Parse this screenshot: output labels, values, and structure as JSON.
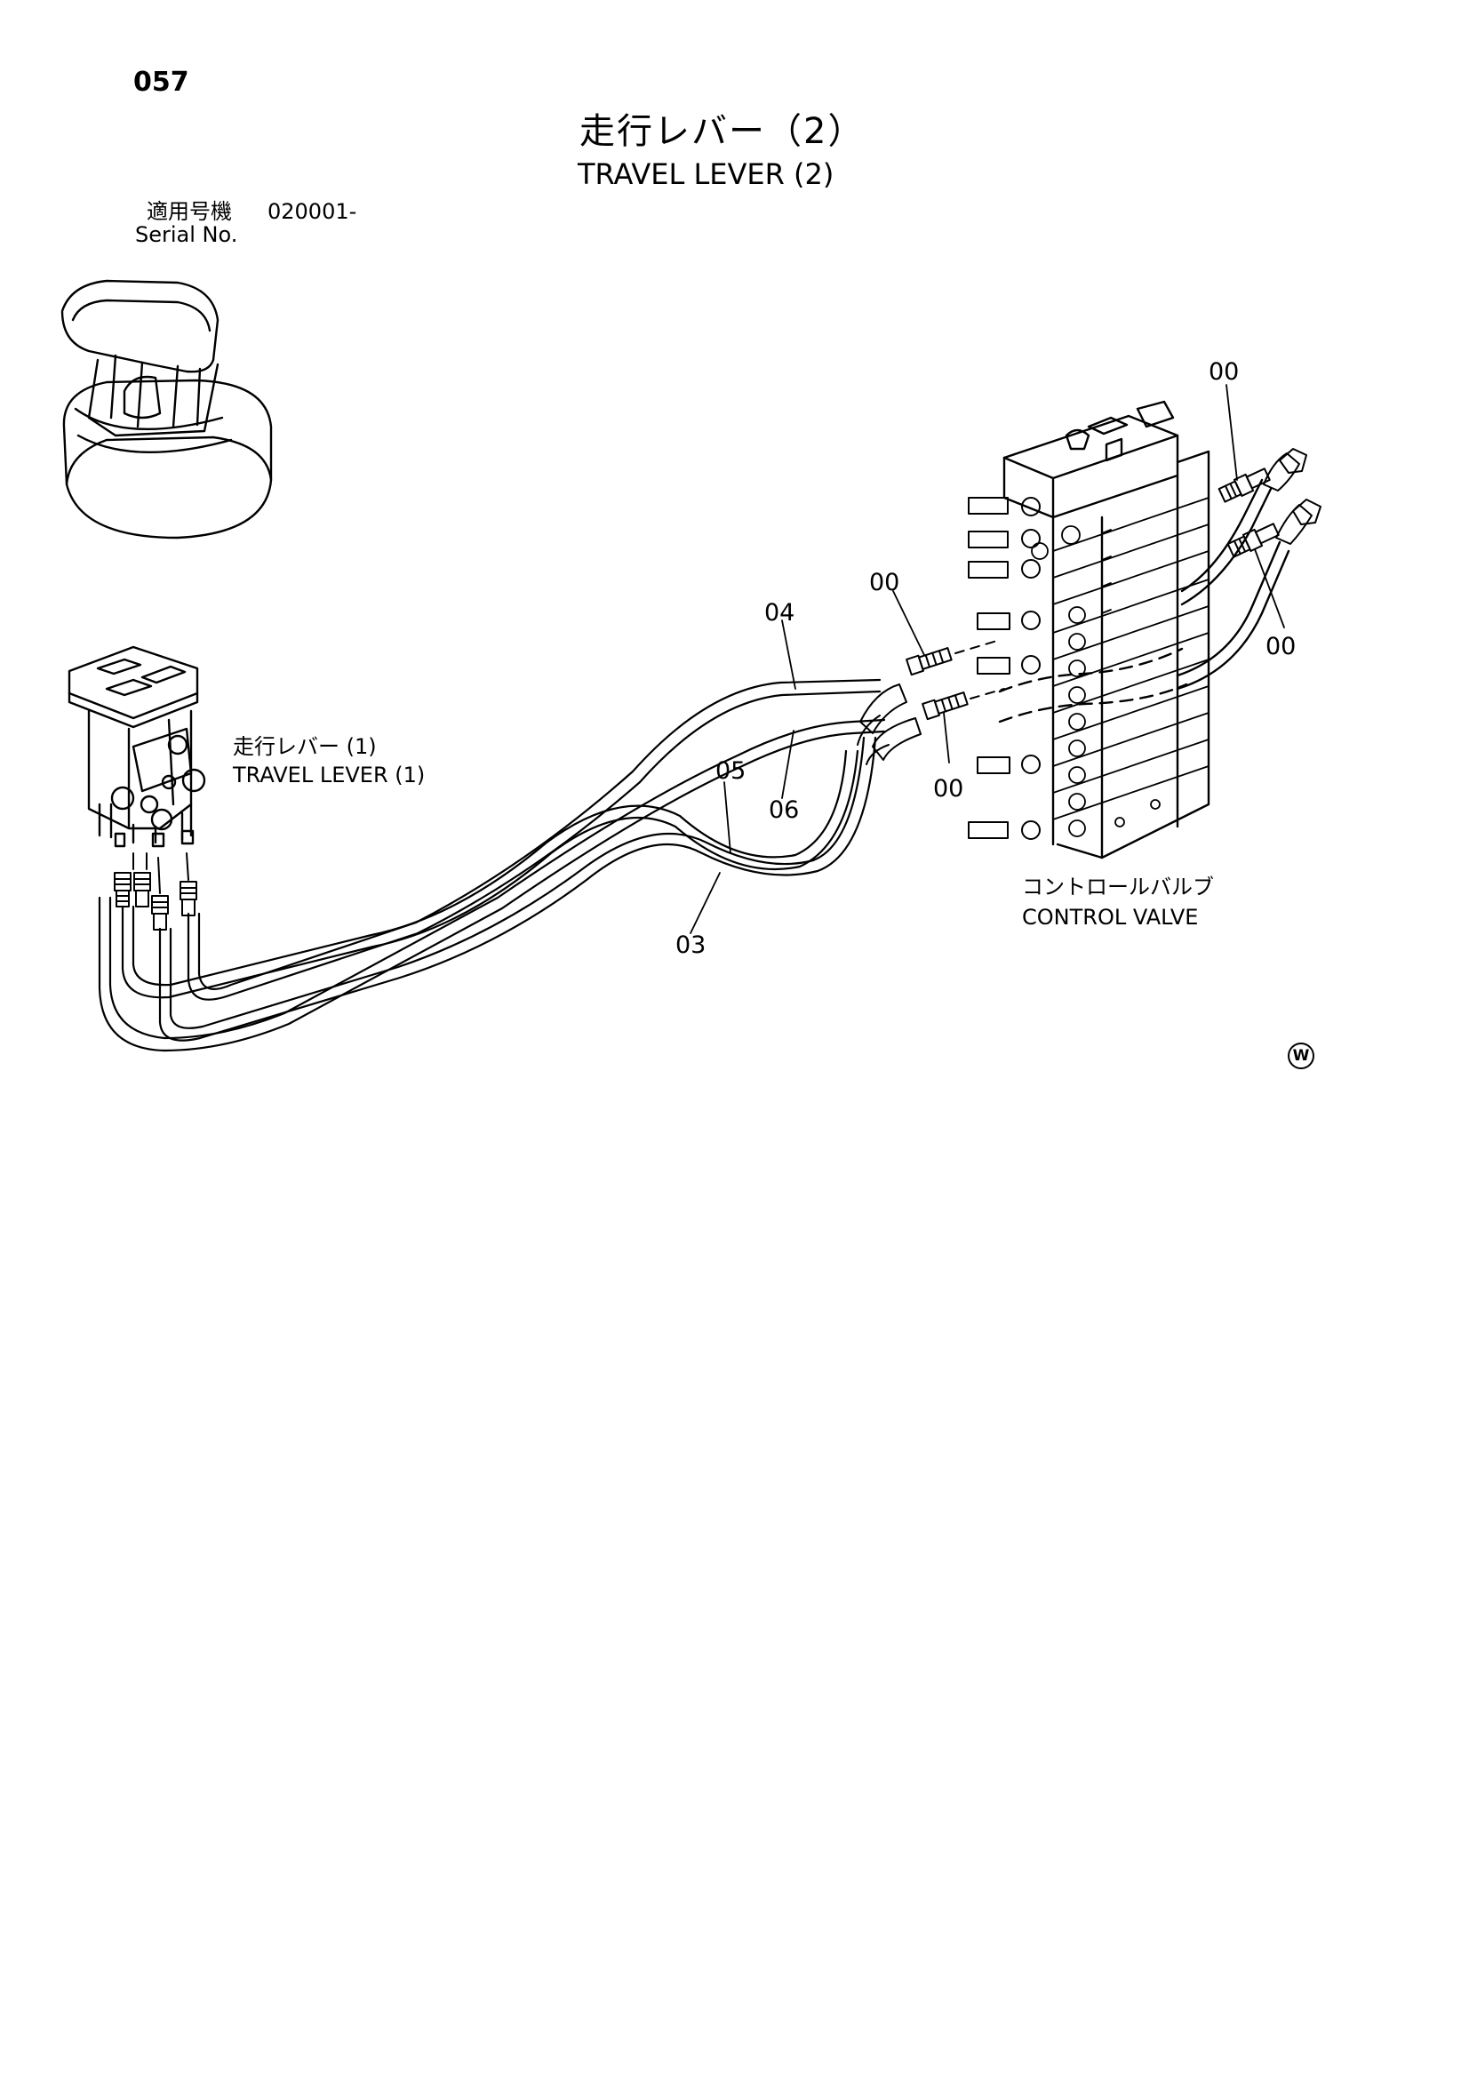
{
  "page": {
    "number": "057",
    "title_ja": "走行レバー（2）",
    "title_en": "TRAVEL LEVER (2)",
    "serial_label_ja": "適用号機",
    "serial_value": "020001-",
    "serial_label_en": "Serial No."
  },
  "labels": {
    "travel_lever_1_ja": "走行レバー (1)",
    "travel_lever_1_en": "TRAVEL LEVER (1)",
    "control_valve_ja": "コントロールバルブ",
    "control_valve_en": "CONTROL VALVE"
  },
  "part_numbers": {
    "fitting_top_right": "00",
    "fitting_right": "00",
    "fitting_mid_upper": "00",
    "fitting_mid_lower": "00",
    "hose_03": "03",
    "hose_04": "04",
    "hose_05": "05",
    "hose_06": "06"
  },
  "stamp": {
    "mark": "W"
  }
}
